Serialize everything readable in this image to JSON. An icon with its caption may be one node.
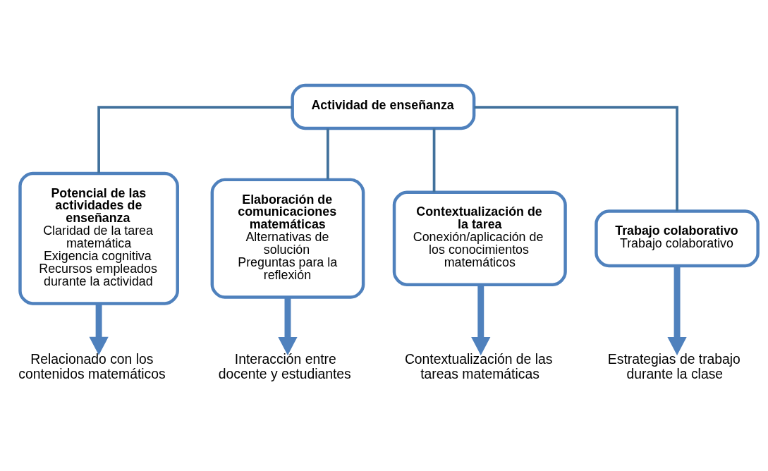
{
  "diagram": {
    "nodes": [
      {
        "text": [
          "Actividad de enseñanza"
        ]
      },
      {
        "text": [
          "Potencial de las actividades de enseñanza",
          "Claridad de la tarea matemática",
          "Exigencia cognitiva",
          "Recursos empleados durante la actividad"
        ]
      },
      {
        "text": [
          "Elaboración de comunicaciones matemáticas",
          "Alternativas de solución",
          "Preguntas para la reflexión"
        ]
      },
      {
        "text": [
          "Contextualización de la tarea",
          "Conexión/aplicación de los conocimientos matemáticos"
        ]
      },
      {
        "text": [
          "Trabajo colaborativo",
          "Trabajo colaborativo"
        ]
      },
      {
        "text": [
          "Relacionado con los contenidos matemáticos"
        ]
      },
      {
        "text": [
          "Interacción entre docente y estudiantes"
        ]
      },
      {
        "text": [
          "Contextualización de las tareas matemáticas"
        ]
      },
      {
        "text": [
          "Estrategias de trabajo durante la clase"
        ]
      }
    ],
    "edges": [
      {
        "from": 0,
        "to": 1,
        "arrow": "none"
      },
      {
        "from": 0,
        "to": 2,
        "arrow": "none"
      },
      {
        "from": 0,
        "to": 3,
        "arrow": "none"
      },
      {
        "from": 0,
        "to": 4,
        "arrow": "none"
      },
      {
        "from": 1,
        "to": 5,
        "arrow": "to",
        "style": "thick",
        "color": "#4f81bd"
      },
      {
        "from": 2,
        "to": 6,
        "arrow": "to",
        "style": "thick",
        "color": "#4f81bd"
      },
      {
        "from": 3,
        "to": 7,
        "arrow": "to",
        "style": "thick",
        "color": "#4f81bd"
      },
      {
        "from": 4,
        "to": 8,
        "arrow": "to",
        "style": "thick",
        "color": "#4f81bd"
      }
    ]
  }
}
